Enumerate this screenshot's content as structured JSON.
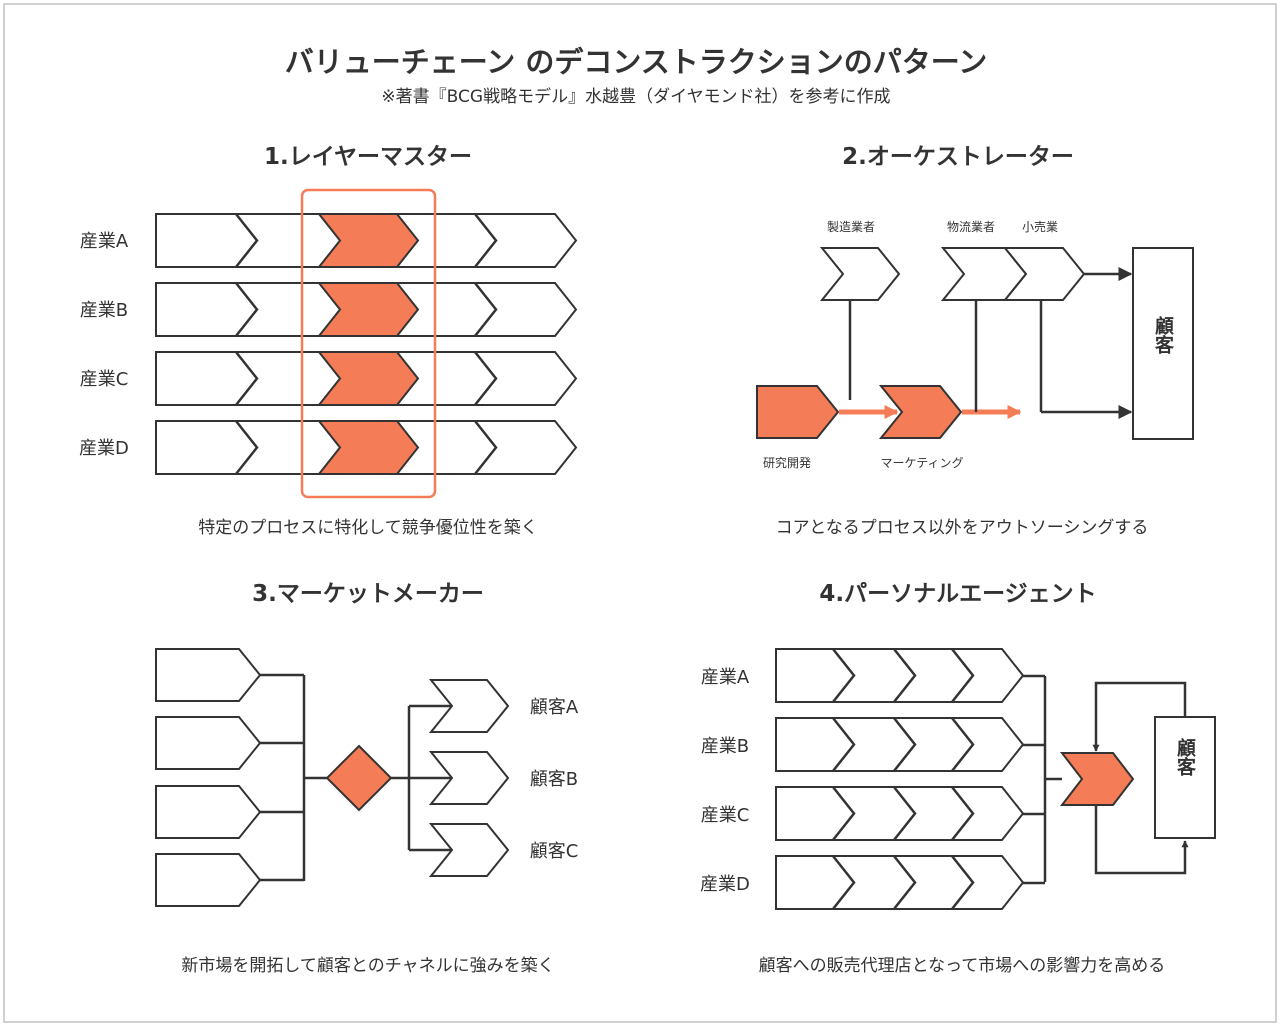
{
  "header": {
    "title": "バリューチェーン のデコンストラクションのパターン",
    "subtitle": "※著書『BCG戦略モデル』水越豊（ダイヤモンド社）を参考に作成"
  },
  "colors": {
    "accent": "#f47c56",
    "stroke": "#333333",
    "frame": "#d0d0d0"
  },
  "sections": {
    "layer_master": {
      "title": "1.レイヤーマスター",
      "rows": [
        "産業A",
        "産業B",
        "産業C",
        "産業D"
      ],
      "caption": "特定のプロセスに特化して競争優位性を築く"
    },
    "orchestrator": {
      "title": "2.オーケストレーター",
      "labels": {
        "manufacturer": "製造業者",
        "logistics": "物流業者",
        "retail": "小売業",
        "rnd": "研究開発",
        "marketing": "マーケティング",
        "customer": "顧客"
      },
      "caption": "コアとなるプロセス以外をアウトソーシングする"
    },
    "market_maker": {
      "title": "3.マーケットメーカー",
      "customers": [
        "顧客A",
        "顧客B",
        "顧客C"
      ],
      "caption": "新市場を開拓して顧客とのチャネルに強みを築く"
    },
    "personal_agent": {
      "title": "4.パーソナルエージェント",
      "rows": [
        "産業A",
        "産業B",
        "産業C",
        "産業D"
      ],
      "customer": "顧客",
      "caption": "顧客への販売代理店となって市場への影響力を高める"
    }
  }
}
